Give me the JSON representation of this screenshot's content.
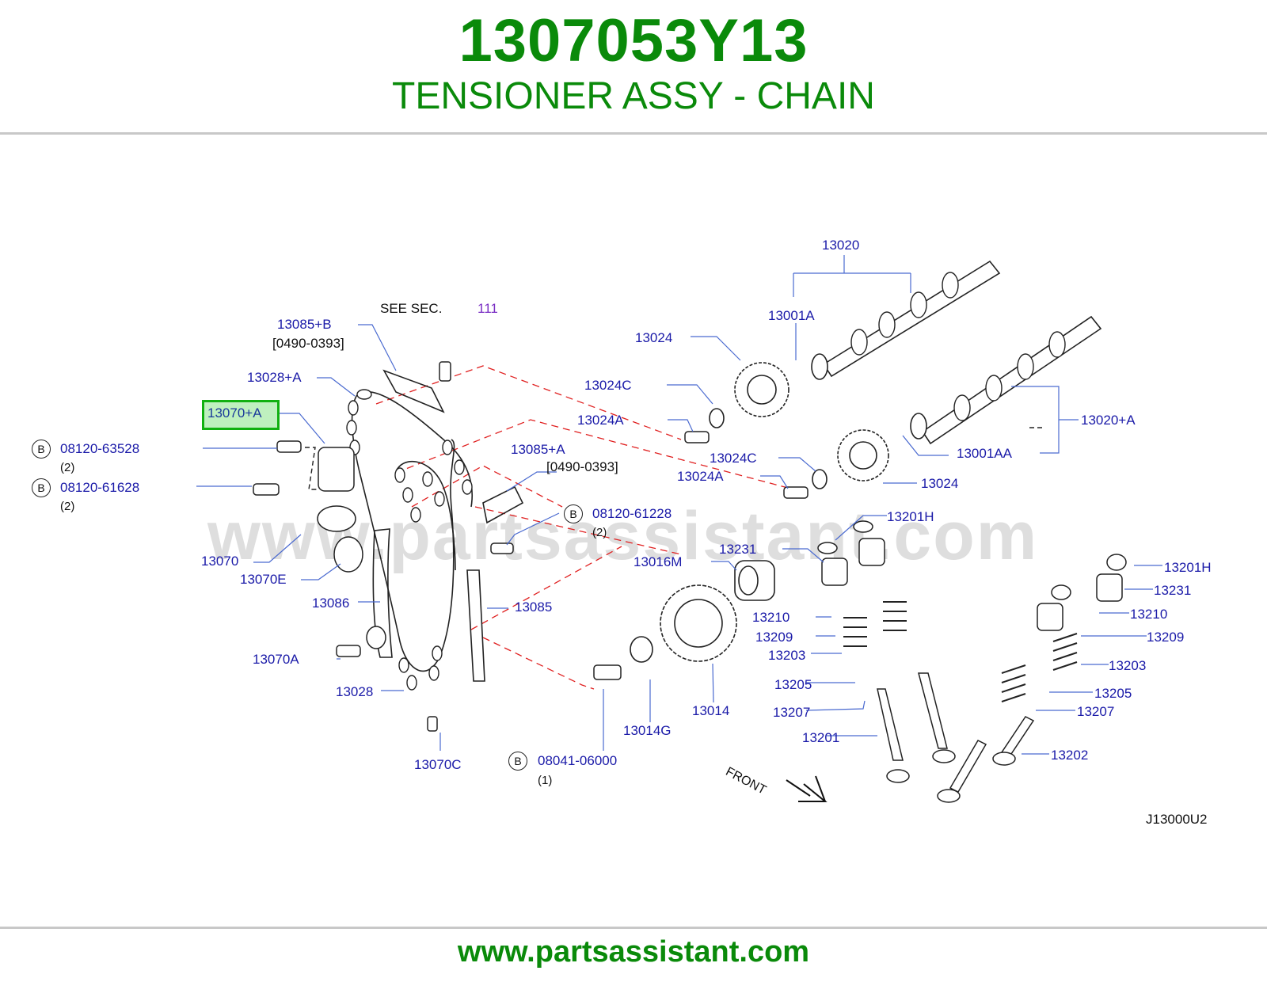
{
  "header": {
    "part_number": "1307053Y13",
    "part_name": "TENSIONER ASSY - CHAIN"
  },
  "footer": {
    "website": "www.partsassistant.com"
  },
  "watermark": "www.partsassistant.com",
  "diagram_code": "J13000U2",
  "see_section": {
    "text": "SEE   SEC.",
    "number": "111"
  },
  "front_label": "FRONT",
  "colors": {
    "brand": "#0a8a0a",
    "label": "#1a1aa8",
    "highlight": "#11b011",
    "ref_line": "#e02020"
  },
  "highlighted_part": "13070+A",
  "callouts": {
    "c13020": "13020",
    "c13001A": "13001A",
    "c13024_top": "13024",
    "c13024C_top": "13024C",
    "c13024A_top": "13024A",
    "c13020A": "13020+A",
    "c13001AA": "13001AA",
    "c13024C_mid": "13024C",
    "c13024A_mid": "13024A",
    "c13024_mid": "13024",
    "c13085B": "13085+B",
    "c13085B_range": "[0490-0393]",
    "c13028A": "13028+A",
    "c13070A_hl": "13070+A",
    "c13085A": "13085+A",
    "c13085A_range": "[0490-0393]",
    "c13070": "13070",
    "c13070E": "13070E",
    "c13086": "13086",
    "c13070A": "13070A",
    "c13028": "13028",
    "c13070C": "13070C",
    "c13085": "13085",
    "c13016M": "13016M",
    "c13014": "13014",
    "c13014G": "13014G",
    "c13231_l": "13231",
    "c13201H_l": "13201H",
    "c13210_l": "13210",
    "c13209_l": "13209",
    "c13203_l": "13203",
    "c13205_l": "13205",
    "c13207_l": "13207",
    "c13201": "13201",
    "c13201H_r": "13201H",
    "c13231_r": "13231",
    "c13210_r": "13210",
    "c13209_r": "13209",
    "c13203_r": "13203",
    "c13205_r": "13205",
    "c13207_r": "13207",
    "c13202": "13202"
  },
  "bolts": {
    "b1": {
      "badge": "B",
      "number": "08120-63528",
      "qty": "(2)"
    },
    "b2": {
      "badge": "B",
      "number": "08120-61628",
      "qty": "(2)"
    },
    "b3": {
      "badge": "B",
      "number": "08120-61228",
      "qty": "(2)"
    },
    "b4": {
      "badge": "B",
      "number": "08041-06000",
      "qty": "(1)"
    }
  }
}
